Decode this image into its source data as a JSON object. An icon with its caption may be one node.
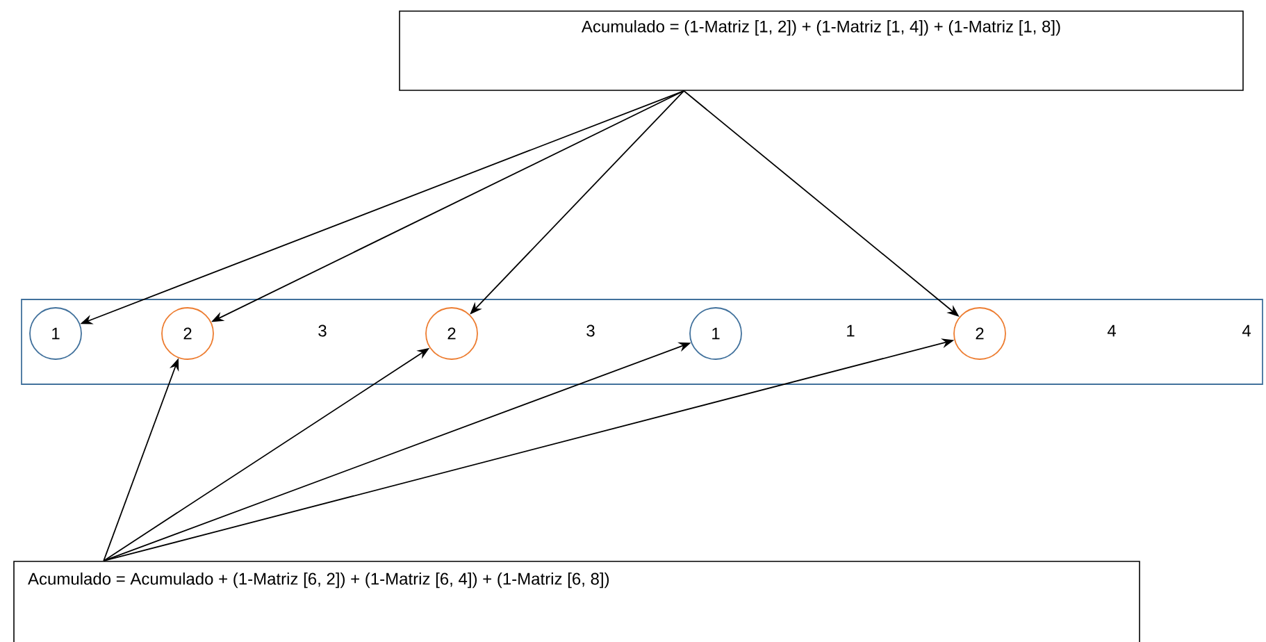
{
  "diagram": {
    "nodes": [
      {
        "text": [
          "Acumulado = (1-Matriz [1, 2]) + (1-Matriz [1, 4]) + (1-Matriz [1, 8])"
        ]
      },
      {
        "text": [],
        "shape": "box"
      },
      {
        "text": [
          "1"
        ],
        "in": 1
      },
      {
        "text": [
          "2"
        ],
        "in": 1
      },
      {
        "text": [
          "2"
        ],
        "in": 1
      },
      {
        "text": [
          "1"
        ],
        "in": 1
      },
      {
        "text": [
          "2"
        ],
        "in": 1
      },
      {
        "text": [
          "Acumulado = Acumulado + (1-Matriz [6, 2]) + (1-Matriz [6, 4]) + (1-Matriz [6, 8])"
        ]
      }
    ],
    "edges": [
      {
        "from": 0,
        "to": 2,
        "arrow": "to"
      },
      {
        "from": 0,
        "to": 3,
        "arrow": "to"
      },
      {
        "from": 0,
        "to": 4,
        "arrow": "to"
      },
      {
        "from": 0,
        "to": 6,
        "arrow": "to"
      },
      {
        "from": 7,
        "to": 3,
        "arrow": "to"
      },
      {
        "from": 7,
        "to": 4,
        "arrow": "to"
      },
      {
        "from": 7,
        "to": 5,
        "arrow": "to"
      },
      {
        "from": 7,
        "to": 6,
        "arrow": "to"
      }
    ],
    "labels": [
      "3",
      "3",
      "1",
      "4",
      "4"
    ]
  }
}
